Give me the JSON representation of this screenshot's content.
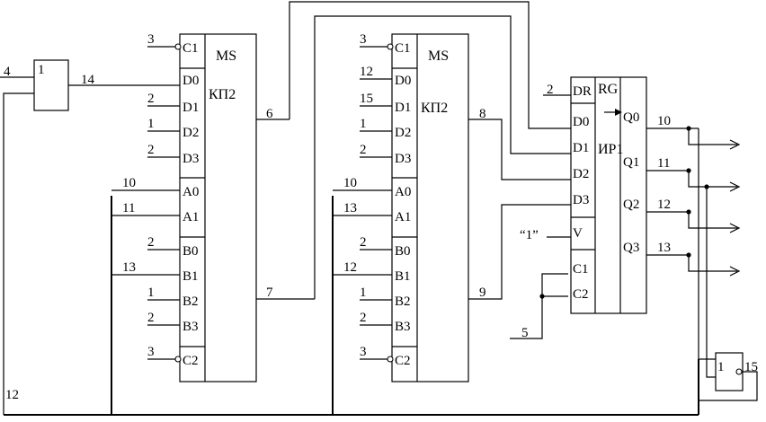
{
  "or_gate_a": {
    "symbol": "1",
    "input_label": "4",
    "output_label": "14"
  },
  "mux1": {
    "title": "MS",
    "code": "КП2",
    "pins": [
      "C1",
      "D0",
      "D1",
      "D2",
      "D3",
      "A0",
      "A1",
      "B0",
      "B1",
      "B2",
      "B3",
      "C2"
    ],
    "pin_values": [
      "3",
      "",
      "2",
      "1",
      "2",
      "10",
      "11",
      "2",
      "13",
      "1",
      "2",
      "3"
    ],
    "out_top": "6",
    "out_bottom": "7"
  },
  "mux2": {
    "title": "MS",
    "code": "КП2",
    "pins": [
      "C1",
      "D0",
      "D1",
      "D2",
      "D3",
      "A0",
      "A1",
      "B0",
      "B1",
      "B2",
      "B3",
      "C2"
    ],
    "pin_values": [
      "3",
      "12",
      "15",
      "1",
      "2",
      "10",
      "13",
      "2",
      "12",
      "1",
      "2",
      "3"
    ],
    "out_top": "8",
    "out_bottom": "9"
  },
  "register": {
    "title": "RG",
    "code": "ИР1",
    "inputs": [
      "DR",
      "D0",
      "D1",
      "D2",
      "D3",
      "V",
      "C1",
      "C2"
    ],
    "outputs": [
      "Q0",
      "Q1",
      "Q2",
      "Q3"
    ],
    "dr_value": "2",
    "v_value": "“1”",
    "clock_value": "5",
    "out_values": [
      "10",
      "11",
      "12",
      "13"
    ]
  },
  "or_gate_b": {
    "symbol": "1",
    "output_label": "15"
  },
  "feedback_label": "12"
}
